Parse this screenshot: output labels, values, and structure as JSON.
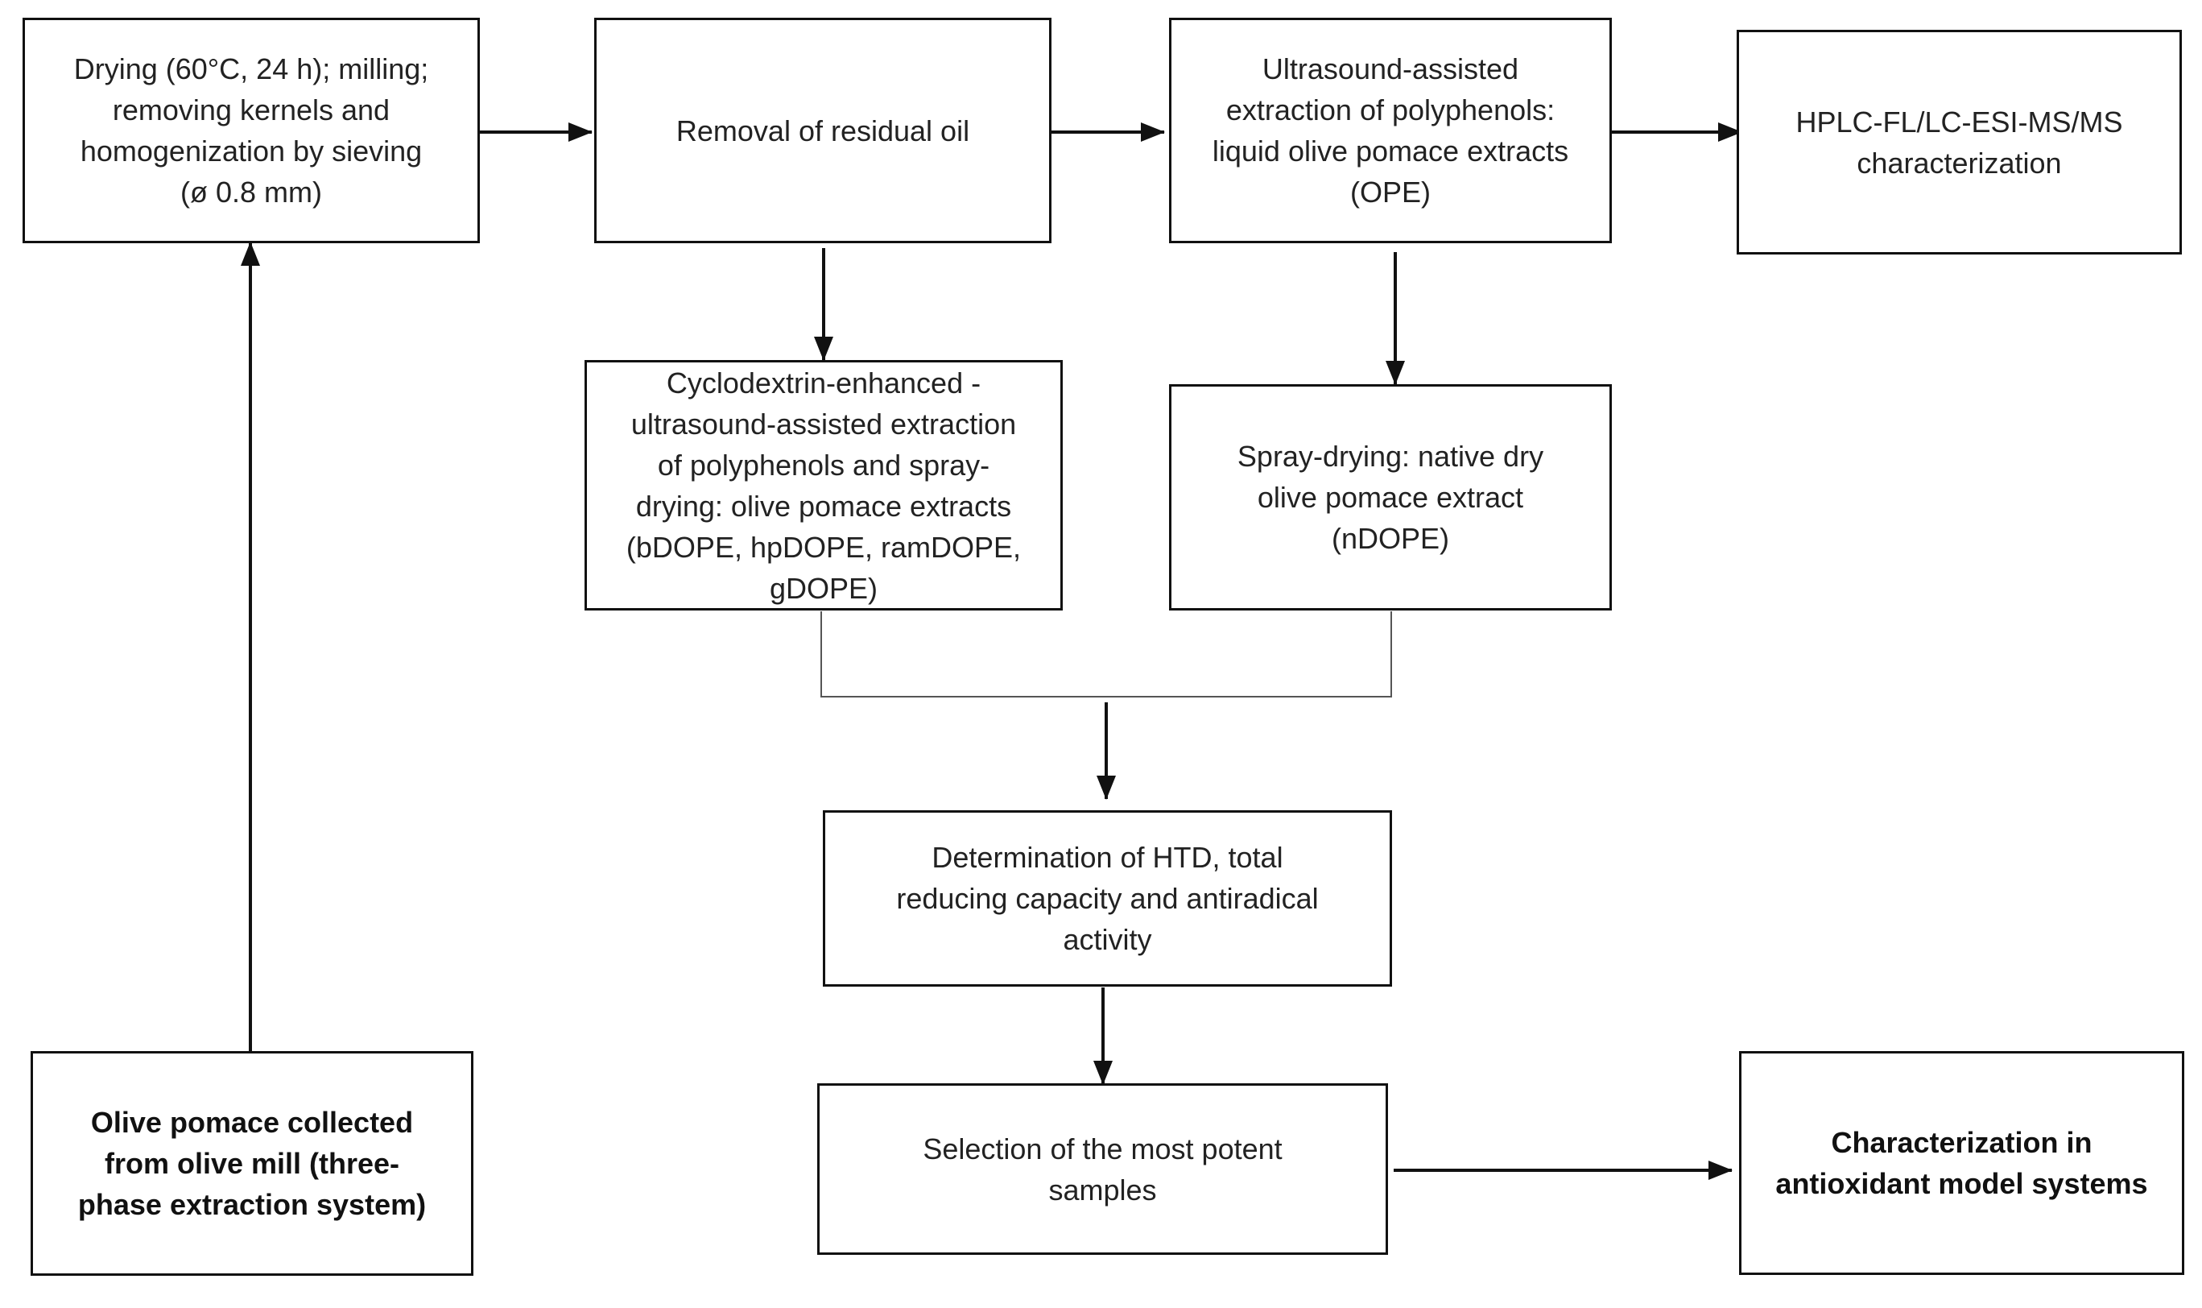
{
  "nodes": {
    "drying": {
      "label": "Drying (60°C, 24 h); milling;\nremoving kernels and\nhomogenization by sieving\n(ø 0.8 mm)"
    },
    "removal_oil": {
      "label": "Removal of residual oil"
    },
    "uae_polyphenols": {
      "label": "Ultrasound-assisted\nextraction of polyphenols:\nliquid olive pomace extracts\n(OPE)"
    },
    "hplc": {
      "label": "HPLC-FL/LC-ESI-MS/MS\ncharacterization"
    },
    "cyclodextrin": {
      "label": "Cyclodextrin-enhanced -\nultrasound-assisted extraction\nof polyphenols and spray-\ndrying: olive pomace extracts\n(bDOPE, hpDOPE, ramDOPE,\ngDOPE)"
    },
    "spray_drying": {
      "label": "Spray-drying: native dry\nolive pomace extract\n(nDOPE)"
    },
    "determination": {
      "label": "Determination of HTD, total\nreducing capacity and antiradical\nactivity"
    },
    "olive_pomace": {
      "label": "Olive pomace collected\nfrom olive mill (three-\nphase extraction system)"
    },
    "selection": {
      "label": "Selection of the most potent\nsamples"
    },
    "characterization": {
      "label": "Characterization in\nantioxidant model systems"
    }
  },
  "edges": [
    {
      "from": "olive_pomace",
      "to": "drying"
    },
    {
      "from": "drying",
      "to": "removal_oil"
    },
    {
      "from": "removal_oil",
      "to": "uae_polyphenols"
    },
    {
      "from": "uae_polyphenols",
      "to": "hplc"
    },
    {
      "from": "removal_oil",
      "to": "cyclodextrin"
    },
    {
      "from": "uae_polyphenols",
      "to": "spray_drying"
    },
    {
      "from": "cyclodextrin",
      "to": "determination"
    },
    {
      "from": "spray_drying",
      "to": "determination"
    },
    {
      "from": "determination",
      "to": "selection"
    },
    {
      "from": "selection",
      "to": "characterization"
    }
  ]
}
